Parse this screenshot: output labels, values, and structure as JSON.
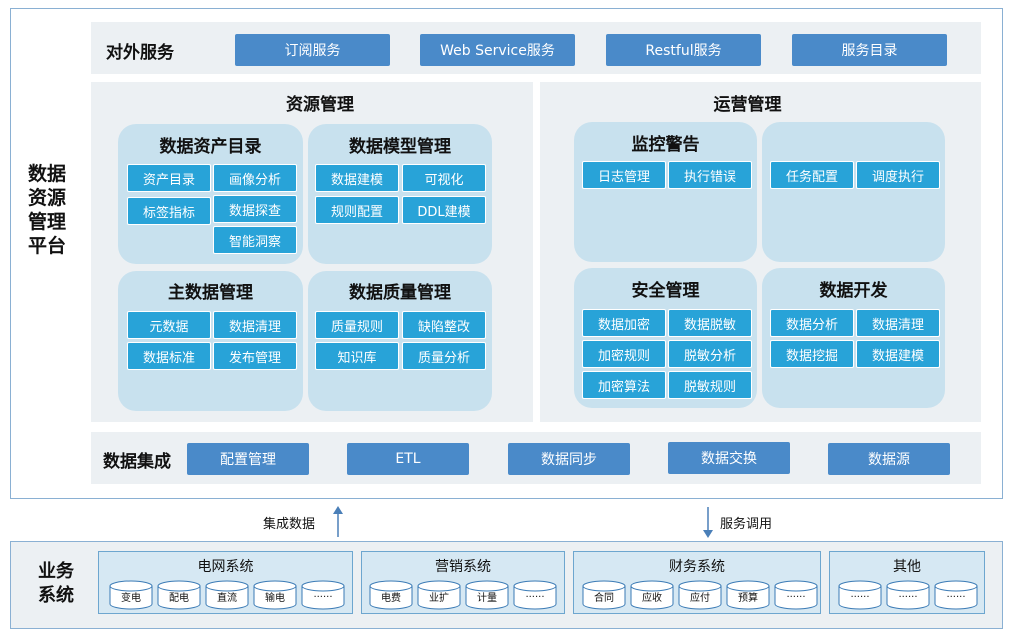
{
  "platform": {
    "label_lines": [
      "数据",
      "资源",
      "管理",
      "平台"
    ]
  },
  "external_service": {
    "title": "对外服务",
    "items": [
      "订阅服务",
      "Web Service服务",
      "Restful服务",
      "服务目录"
    ]
  },
  "resource_mgmt": {
    "title": "资源管理",
    "catalog": {
      "title": "数据资产目录",
      "items": [
        "资产目录",
        "画像分析",
        "标签指标",
        "数据探查",
        "智能洞察"
      ]
    },
    "model": {
      "title": "数据模型管理",
      "items": [
        "数据建模",
        "可视化",
        "规则配置",
        "DDL建模"
      ]
    },
    "master": {
      "title": "主数据管理",
      "items": [
        "元数据",
        "数据清理",
        "数据标准",
        "发布管理"
      ]
    },
    "quality": {
      "title": "数据质量管理",
      "items": [
        "质量规则",
        "缺陷整改",
        "知识库",
        "质量分析"
      ]
    }
  },
  "ops_mgmt": {
    "title": "运营管理",
    "monitor": {
      "title": "监控警告",
      "items": [
        "日志管理",
        "执行错误"
      ]
    },
    "schedule": {
      "title": "",
      "items": [
        "任务配置",
        "调度执行"
      ]
    },
    "security": {
      "title": "安全管理",
      "items": [
        "数据加密",
        "数据脱敏",
        "加密规则",
        "脱敏分析",
        "加密算法",
        "脱敏规则"
      ]
    },
    "dev": {
      "title": "数据开发",
      "items": [
        "数据分析",
        "数据清理",
        "数据挖掘",
        "数据建模"
      ]
    }
  },
  "integration": {
    "title": "数据集成",
    "items": [
      "配置管理",
      "ETL",
      "数据同步",
      "数据交换",
      "数据源"
    ]
  },
  "arrows": {
    "up_label": "集成数据",
    "down_label": "服务调用"
  },
  "business": {
    "label_lines": [
      "业务",
      "系统"
    ],
    "systems": [
      {
        "title": "电网系统",
        "dbs": [
          "变电",
          "配电",
          "直流",
          "输电",
          "......"
        ]
      },
      {
        "title": "营销系统",
        "dbs": [
          "电费",
          "业扩",
          "计量",
          "......"
        ]
      },
      {
        "title": "财务系统",
        "dbs": [
          "合同",
          "应收",
          "应付",
          "预算",
          "......"
        ]
      },
      {
        "title": "其他",
        "dbs": [
          "......",
          "......",
          "......"
        ]
      }
    ]
  },
  "colors": {
    "dark_button": "#4a8ac9",
    "light_button": "#28a3d8",
    "card": "#c8e1ee",
    "panel": "#ecf0f3",
    "frame": "#8ab0d3"
  }
}
